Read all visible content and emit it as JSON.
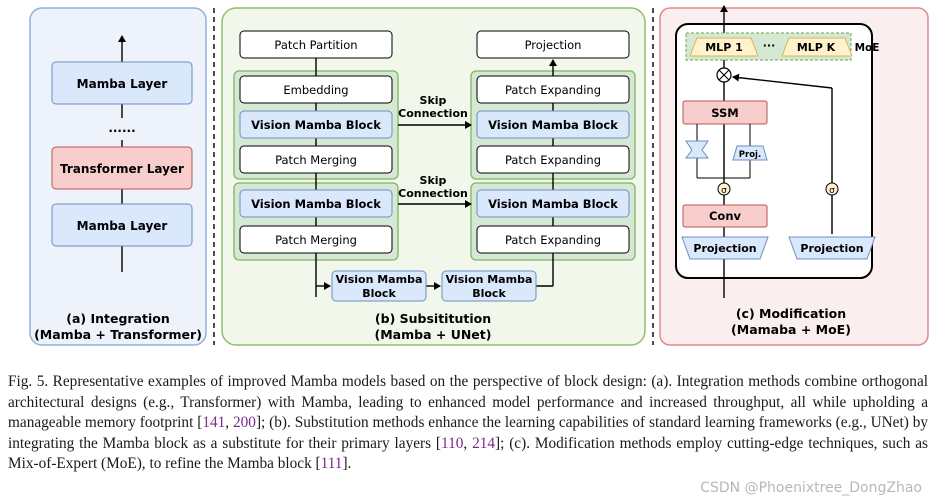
{
  "panel_a": {
    "top_layer": "Mamba Layer",
    "ellipsis": "......",
    "middle_layer": "Transformer Layer",
    "bottom_layer": "Mamba Layer",
    "caption_line1": "(a) Integration",
    "caption_line2": "(Mamba + Transformer)"
  },
  "panel_b": {
    "patch_partition": "Patch Partition",
    "embedding": "Embedding",
    "vmb_left_1": "Vision Mamba Block",
    "patch_merging_1": "Patch Merging",
    "vmb_left_2": "Vision Mamba Block",
    "patch_merging_2": "Patch Merging",
    "projection": "Projection",
    "patch_expanding_1": "Patch Expanding",
    "vmb_right_1": "Vision Mamba Block",
    "patch_expanding_2": "Patch Expanding",
    "vmb_right_2": "Vision Mamba Block",
    "patch_expanding_3": "Patch Expanding",
    "skip_1_line1": "Skip",
    "skip_1_line2": "Connection",
    "skip_2_line1": "Skip",
    "skip_2_line2": "Connection",
    "bottleneck_1_line1": "Vision Mamba",
    "bottleneck_1_line2": "Block",
    "bottleneck_2_line1": "Vision Mamba",
    "bottleneck_2_line2": "Block",
    "caption_line1": "(b) Subsititution",
    "caption_line2": "(Mamba + UNet)"
  },
  "panel_c": {
    "mlp_1": "MLP 1",
    "mlp_dots": "···",
    "mlp_k": "MLP K",
    "moe": "MoE",
    "multiply": "⊗",
    "ssm": "SSM",
    "proj": "Proj.",
    "sigma_left": "σ",
    "sigma_right": "σ",
    "conv": "Conv",
    "projection_left": "Projection",
    "projection_right": "Projection",
    "caption_line1": "(c) Modification",
    "caption_line2": "(Mamaba + MoE)"
  },
  "caption": {
    "p1": "Fig. 5.  Representative examples of improved Mamba models based on the perspective of block design: (a). Integration methods combine orthogonal architectural designs (e.g., Transformer) with Mamba, leading to enhanced model performance and increased throughput, all while upholding a manageable memory footprint [",
    "r1": "141",
    "s1": ", ",
    "r2": "200",
    "p2": "]; (b). Substitution methods enhance the learning capabilities of standard learning frameworks (e.g., UNet) by integrating the Mamba block as a substitute for their primary layers [",
    "r3": "110",
    "s2": ", ",
    "r4": "214",
    "p3": "]; (c). Modification methods employ cutting-edge techniques, such as Mix-of-Expert (MoE), to refine the Mamba block [",
    "r5": "111",
    "p4": "]."
  },
  "watermark": "CSDN @Phoenixtree_DongZhao",
  "colors": {
    "panel_a_bg": "#eef3fb",
    "panel_a_border": "#8fb0e0",
    "panel_b_bg": "#f1f7ea",
    "panel_b_border": "#8cc06a",
    "panel_c_bg": "#fbeeee",
    "panel_c_border": "#e08c8c",
    "blue_box": "#dae8fc",
    "blue_border": "#6c8ebf",
    "red_box": "#f8cecc",
    "red_border": "#b85450",
    "green_group": "#d5e8d4",
    "green_border": "#82b366",
    "yellow_box": "#fff2cc",
    "yellow_border": "#d6b656"
  }
}
